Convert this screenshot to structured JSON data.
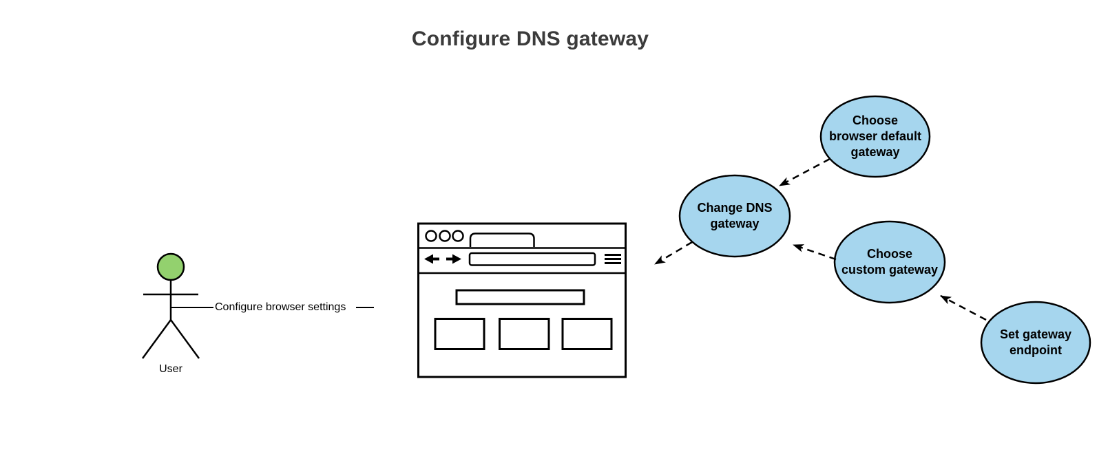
{
  "title": "Configure DNS gateway",
  "colors": {
    "usecase_fill": "#A6D6EE",
    "actor_head_fill": "#93D16E",
    "outline": "#000000",
    "title_text": "#3B3B3B",
    "canvas_background": "#FFFFFF"
  },
  "actor": {
    "name": "User",
    "association_label": "Configure browser settings"
  },
  "icons": {
    "actor": "stick-figure-icon",
    "browser": "browser-window-icon"
  },
  "usecases": [
    {
      "id": "change-dns-gateway",
      "label": "Change DNS gateway",
      "lines": [
        "Change DNS",
        "gateway"
      ]
    },
    {
      "id": "choose-browser-default-gateway",
      "label": "Choose browser default gateway",
      "lines": [
        "Choose",
        "browser default",
        "gateway"
      ]
    },
    {
      "id": "choose-custom-gateway",
      "label": "Choose custom gateway",
      "lines": [
        "Choose",
        "custom gateway"
      ]
    },
    {
      "id": "set-gateway-endpoint",
      "label": "Set gateway endpoint",
      "lines": [
        "Set gateway",
        "endpoint"
      ]
    }
  ],
  "connections": [
    {
      "from": "user",
      "to": "browser-window",
      "style": "solid-line",
      "label": "Configure browser settings"
    },
    {
      "from": "change-dns-gateway",
      "to": "browser-window",
      "style": "dashed-arrow"
    },
    {
      "from": "choose-browser-default-gateway",
      "to": "change-dns-gateway",
      "style": "dashed-arrow"
    },
    {
      "from": "choose-custom-gateway",
      "to": "change-dns-gateway",
      "style": "dashed-arrow"
    },
    {
      "from": "set-gateway-endpoint",
      "to": "choose-custom-gateway",
      "style": "dashed-arrow"
    }
  ]
}
